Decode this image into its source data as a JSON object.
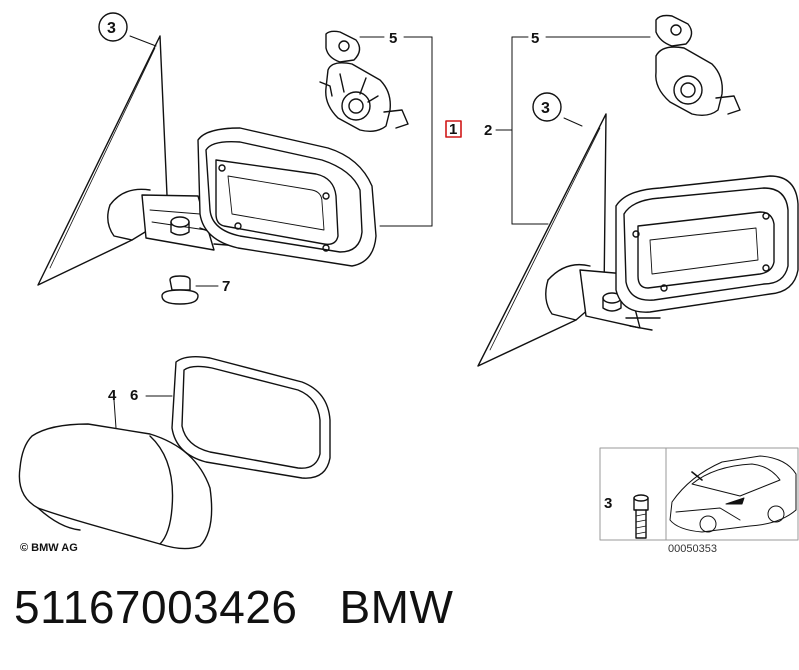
{
  "labels": {
    "callout_1": "1",
    "callout_2": "2",
    "callout_3_left": "3",
    "callout_3_right": "3",
    "callout_3_inset": "3",
    "callout_4": "4",
    "callout_5_left": "5",
    "callout_5_right": "5",
    "callout_6": "6",
    "callout_7": "7"
  },
  "copyright": "© BMW AG",
  "image_code": "00050353",
  "footer": {
    "part_number": "51167003426",
    "brand": "BMW"
  },
  "colors": {
    "line": "#111111",
    "highlight_box": "#d01818",
    "inset_border": "#9a9a9a"
  }
}
